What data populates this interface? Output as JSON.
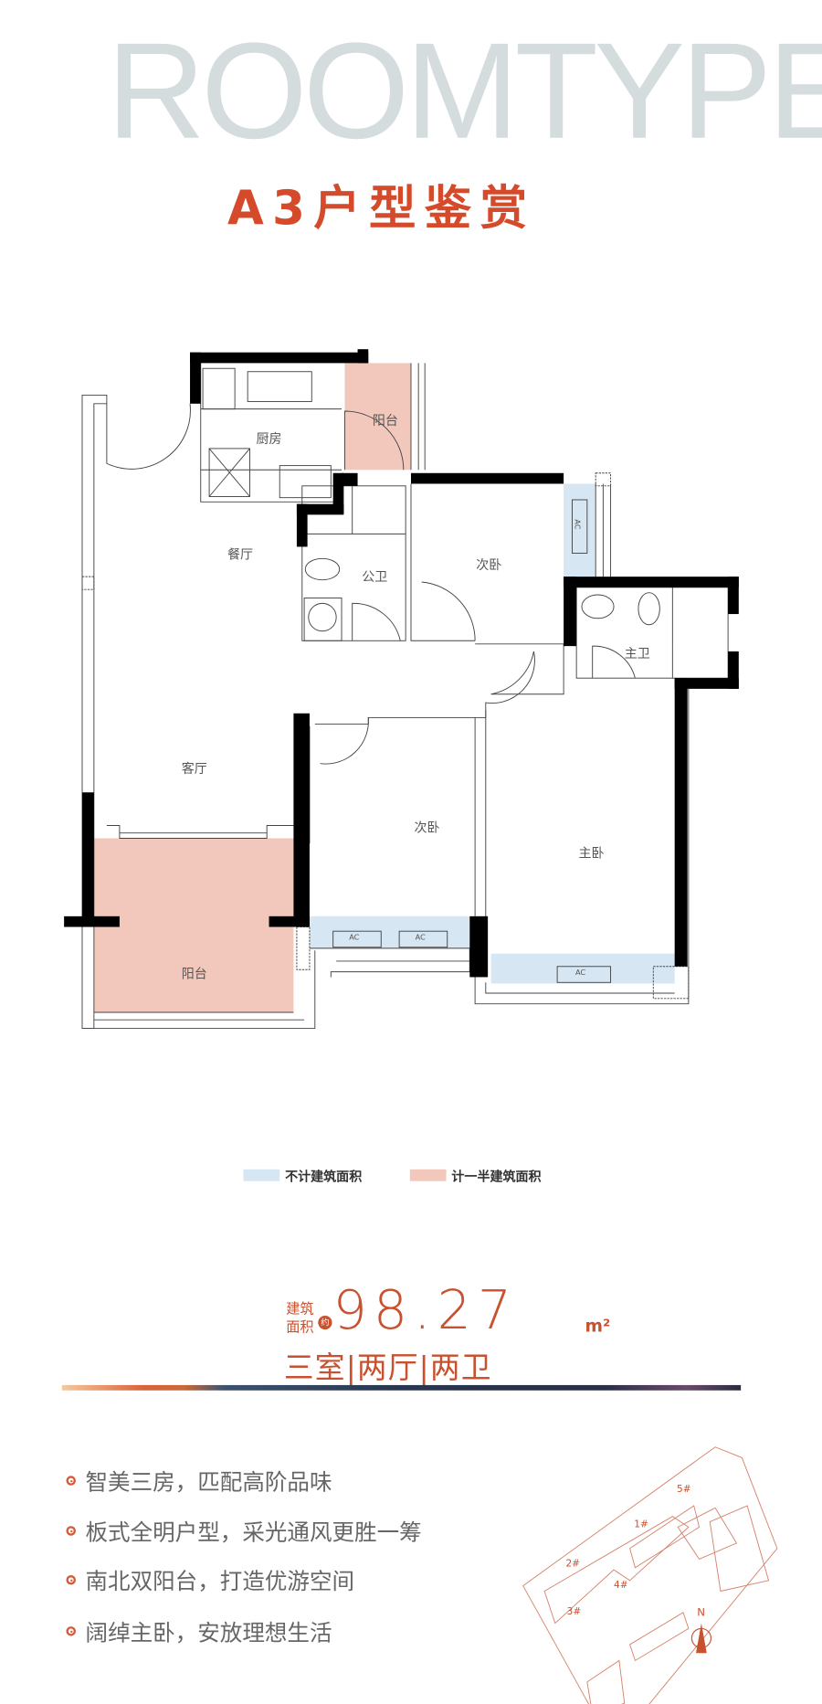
{
  "header": {
    "background_word": "ROOMTYPE",
    "title": "A3户型鉴赏"
  },
  "rooms": {
    "kitchen": "厨房",
    "balcony_north": "阳台",
    "dining": "餐厅",
    "public_bath": "公卫",
    "second_bedroom_1": "次卧",
    "master_bath": "主卫",
    "living": "客厅",
    "second_bedroom_2": "次卧",
    "master_bedroom": "主卧",
    "balcony_south": "阳台",
    "ac": "AC"
  },
  "legend": [
    {
      "label": "不计建筑面积",
      "color": "#d6e6f2"
    },
    {
      "label": "计一半建筑面积",
      "color": "#f2c8bc"
    }
  ],
  "area": {
    "label_line1": "建筑",
    "label_line2": "面积",
    "approx": "约",
    "value": "98.27",
    "unit": "m²",
    "layout": "三室|两厅|两卫"
  },
  "features": [
    "智美三房，匹配高阶品味",
    "板式全明户型，采光通风更胜一筹",
    "南北双阳台，打造优游空间",
    "阔绰主卧，安放理想生活"
  ],
  "site_map": {
    "buildings": [
      "1#",
      "2#",
      "3#",
      "4#",
      "5#"
    ],
    "north": "N"
  },
  "colors": {
    "accent": "#d44a2a",
    "not_counted": "#d6e6f2",
    "half_counted": "#f2c8bc"
  }
}
